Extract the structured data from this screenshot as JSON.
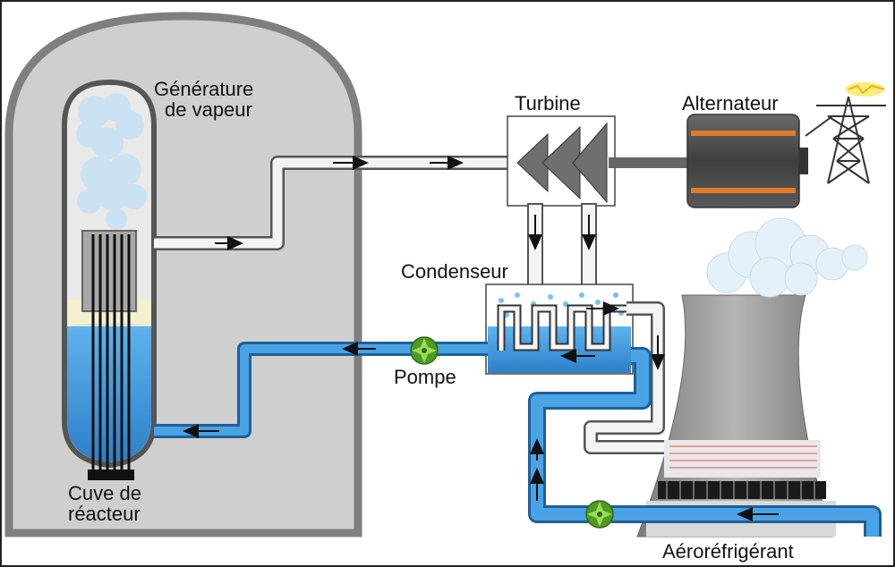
{
  "labels": {
    "steam_generator_line1": "Génératurе",
    "steam_generator_line2": "de vapeur",
    "turbine": "Turbine",
    "alternator": "Alternateur",
    "condenser": "Condenseur",
    "pump": "Pompe",
    "reactor_vessel_line1": "Cuve de",
    "reactor_vessel_line2": "réacteur",
    "cooling_tower": "Aéroréfrigérant"
  },
  "colors": {
    "containment": "#bdbdbd",
    "water": "#3a8fd6",
    "steam_pipe": "#f2f2f2",
    "pump": "#6fbf2f",
    "tower": "#9c9c9c",
    "alternator": "#555555",
    "alternator_band": "#e07b2a"
  }
}
